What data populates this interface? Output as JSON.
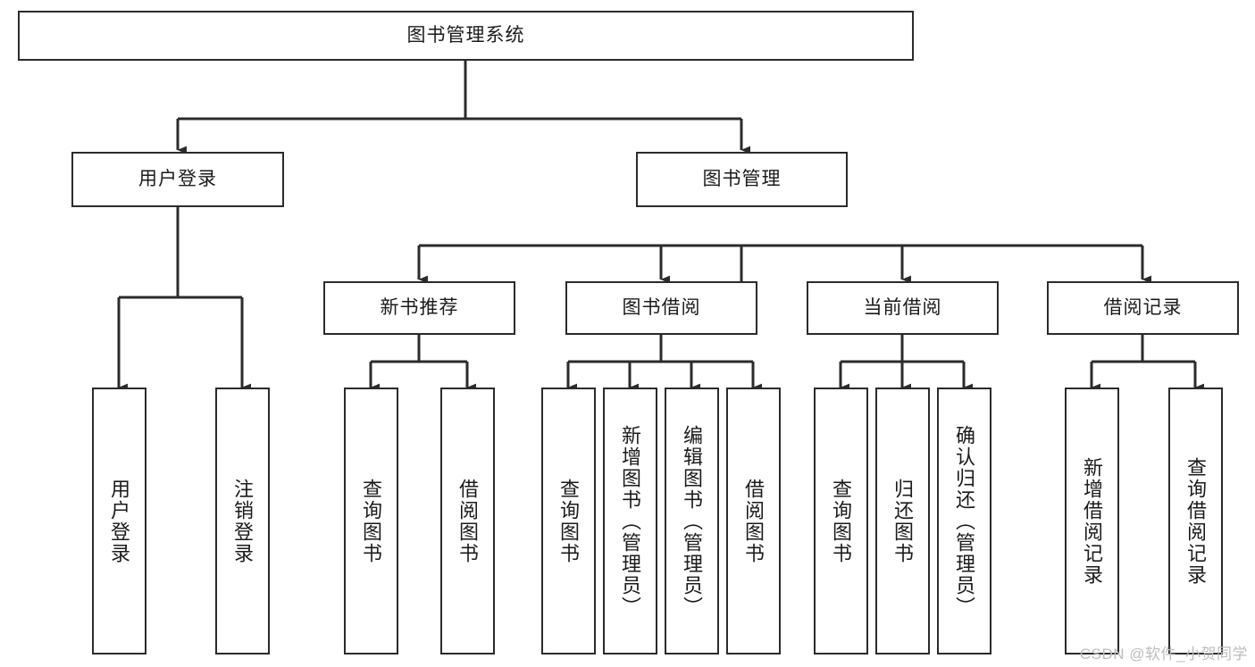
{
  "diagram": {
    "type": "hierarchy-tree",
    "title": "图书管理系统",
    "stroke_color": "#2b2b2b",
    "background_color": "#ffffff",
    "levels": [
      {
        "level": 1,
        "nodes": [
          {
            "id": "root",
            "label": "图书管理系统",
            "orientation": "horizontal"
          }
        ]
      },
      {
        "level": 2,
        "nodes": [
          {
            "id": "user-login",
            "label": "用户登录",
            "orientation": "horizontal",
            "parent": "root"
          },
          {
            "id": "book-admin",
            "label": "图书管理",
            "orientation": "horizontal",
            "parent": "root"
          }
        ]
      },
      {
        "level": 3,
        "nodes": [
          {
            "id": "new-book-rec",
            "label": "新书推荐",
            "orientation": "horizontal",
            "parent": "book-admin"
          },
          {
            "id": "book-borrow",
            "label": "图书借阅",
            "orientation": "horizontal",
            "parent": "book-admin"
          },
          {
            "id": "current-borrow",
            "label": "当前借阅",
            "orientation": "horizontal",
            "parent": "book-admin"
          },
          {
            "id": "borrow-record",
            "label": "借阅记录",
            "orientation": "horizontal",
            "parent": "book-admin"
          }
        ]
      },
      {
        "level": 4,
        "nodes": [
          {
            "id": "leaf-user-login",
            "label": "用户登录",
            "orientation": "vertical",
            "parent": "user-login"
          },
          {
            "id": "leaf-user-logout",
            "label": "注销登录",
            "orientation": "vertical",
            "parent": "user-login"
          },
          {
            "id": "leaf-query-book-1",
            "label": "查询图书",
            "orientation": "vertical",
            "parent": "new-book-rec"
          },
          {
            "id": "leaf-borrow-book-1",
            "label": "借阅图书",
            "orientation": "vertical",
            "parent": "new-book-rec"
          },
          {
            "id": "leaf-query-book-2",
            "label": "查询图书",
            "orientation": "vertical",
            "parent": "book-borrow"
          },
          {
            "id": "leaf-add-book",
            "label": "新增图书（管理员）",
            "orientation": "vertical",
            "parent": "book-borrow"
          },
          {
            "id": "leaf-edit-book",
            "label": "编辑图书（管理员）",
            "orientation": "vertical",
            "parent": "book-borrow"
          },
          {
            "id": "leaf-borrow-book-2",
            "label": "借阅图书",
            "orientation": "vertical",
            "parent": "book-borrow"
          },
          {
            "id": "leaf-query-book-3",
            "label": "查询图书",
            "orientation": "vertical",
            "parent": "current-borrow"
          },
          {
            "id": "leaf-return-book",
            "label": "归还图书",
            "orientation": "vertical",
            "parent": "current-borrow"
          },
          {
            "id": "leaf-confirm-return",
            "label": "确认归还（管理员）",
            "orientation": "vertical",
            "parent": "current-borrow"
          },
          {
            "id": "leaf-add-record",
            "label": "新增借阅记录",
            "orientation": "vertical",
            "parent": "borrow-record"
          },
          {
            "id": "leaf-query-record",
            "label": "查询借阅记录",
            "orientation": "vertical",
            "parent": "borrow-record"
          }
        ]
      }
    ]
  },
  "watermark": {
    "text": "CSDN @软件_小贺同学"
  }
}
